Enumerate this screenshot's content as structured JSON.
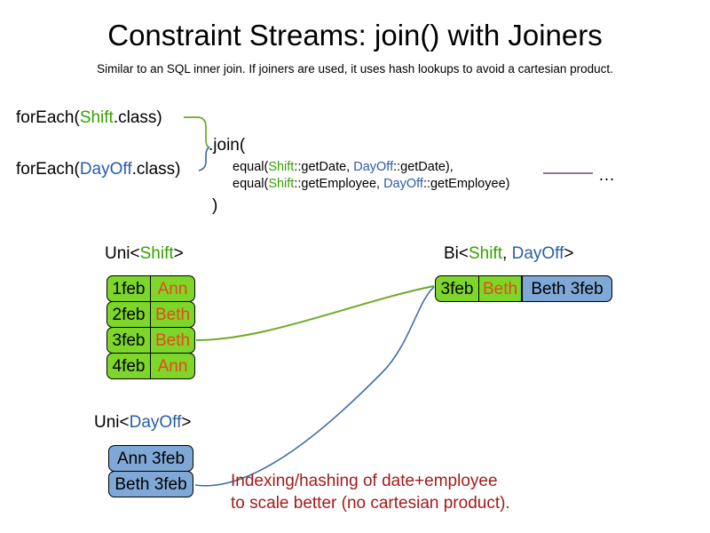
{
  "header": {
    "title": "Constraint Streams: join() with Joiners",
    "subtitle": "Similar to an SQL inner join. If joiners are used, it uses hash lookups to avoid a cartesian product."
  },
  "code": {
    "foreach_shift": {
      "prefix": "forEach(",
      "type": "Shift",
      "suffix": ".class)"
    },
    "foreach_dayoff": {
      "prefix": "forEach(",
      "type": "DayOff",
      "suffix": ".class)"
    },
    "join_open": ".join(",
    "join_close": ")",
    "equal_date": {
      "prefix": "equal(",
      "left_type": "Shift",
      "left_ref": "::getDate, ",
      "right_type": "DayOff",
      "right_ref": "::getDate),"
    },
    "equal_employee": {
      "prefix": "equal(",
      "left_type": "Shift",
      "left_ref": "::getEmployee, ",
      "right_type": "DayOff",
      "right_ref": "::getEmployee)"
    },
    "ellipsis": "…"
  },
  "labels": {
    "uni_shift": {
      "open": "Uni<",
      "type": "Shift",
      "close": ">"
    },
    "uni_dayoff": {
      "open": "Uni<",
      "type": "DayOff",
      "close": ">"
    },
    "bi": {
      "open": "Bi<",
      "type_a": "Shift",
      "separator": ", ",
      "type_b": "DayOff",
      "close": ">"
    }
  },
  "streams": {
    "uni_shift_rows": [
      {
        "date": "1feb",
        "employee": "Ann"
      },
      {
        "date": "2feb",
        "employee": "Beth"
      },
      {
        "date": "3feb",
        "employee": "Beth"
      },
      {
        "date": "4feb",
        "employee": "Ann"
      }
    ],
    "uni_dayoff_rows": [
      {
        "text": "Ann 3feb"
      },
      {
        "text": "Beth 3feb"
      }
    ],
    "bi_row": {
      "date": "3feb",
      "employee": "Beth",
      "dayoff": "Beth 3feb"
    }
  },
  "annotation": {
    "line1": "Indexing/hashing of date+employee",
    "line2": "to scale better (no cartesian product)."
  },
  "colors": {
    "shift_green": "#37A000",
    "dayoff_blue": "#2A5DA8",
    "box_green": "#7DD629",
    "box_blue": "#7FA8D6",
    "name_orange": "#E8491A",
    "annotation_red": "#A41A1A",
    "connector_green": "#6FA82A",
    "connector_blue": "#3F6FA8",
    "ellipsis_line_purple": "#6B4D6B"
  }
}
